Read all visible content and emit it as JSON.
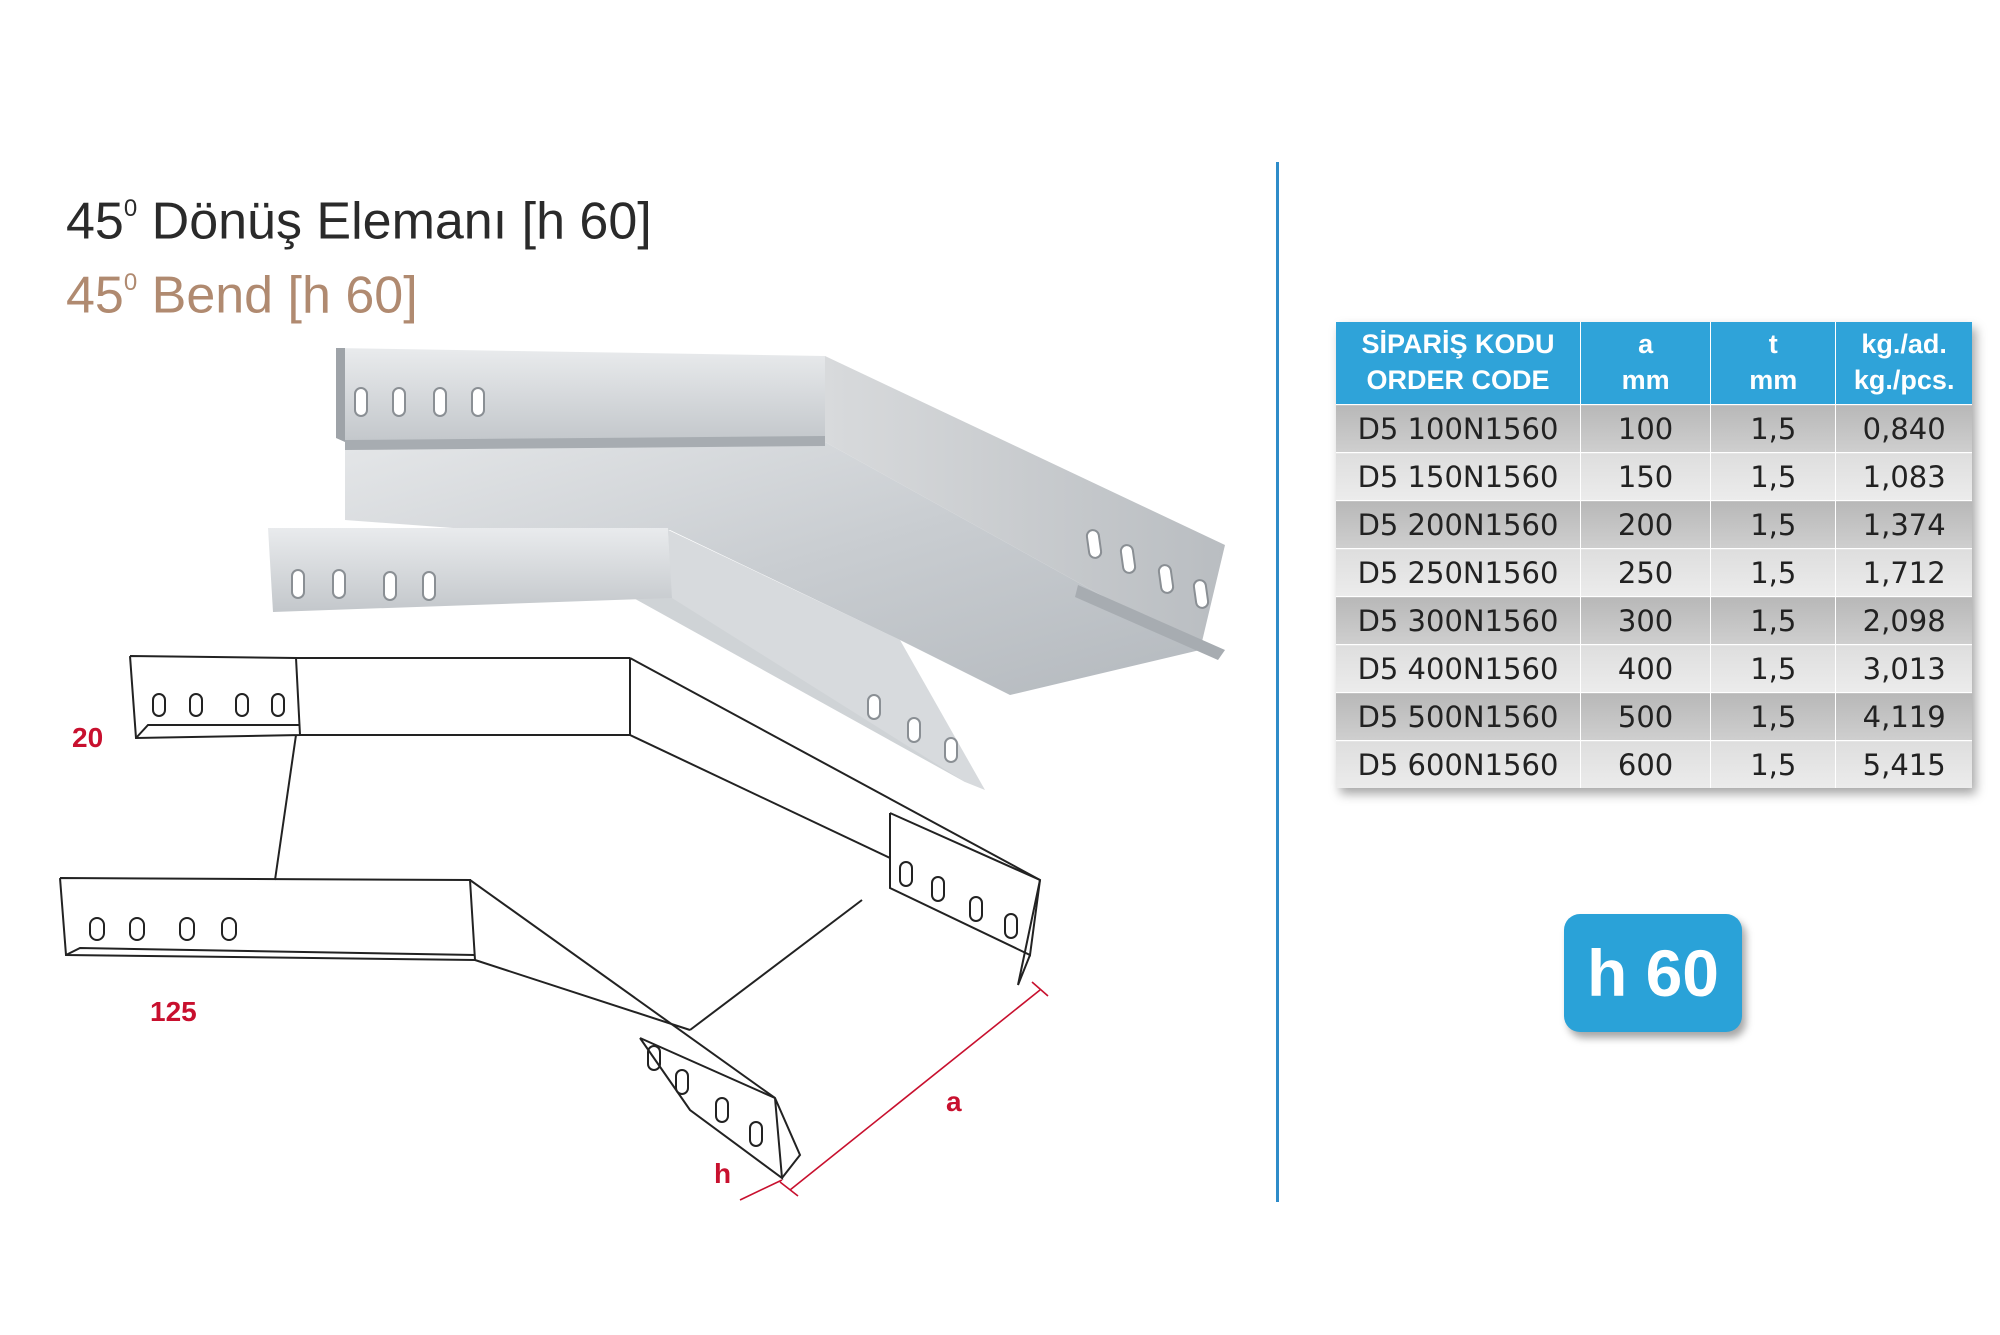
{
  "title": {
    "tr_prefix": "45",
    "tr_sup": "0",
    "tr_text": " Dönüş Elemanı [h 60]",
    "en_prefix": "45",
    "en_sup": "0",
    "en_text": " Bend [h 60]"
  },
  "dimensions": {
    "label_20": "20",
    "label_125": "125",
    "label_a": "a",
    "label_h": "h"
  },
  "table": {
    "headers": [
      {
        "line1": "SİPARİŞ KODU",
        "line2": "ORDER CODE"
      },
      {
        "line1": "a",
        "line2": "mm"
      },
      {
        "line1": "t",
        "line2": "mm"
      },
      {
        "line1": "kg./ad.",
        "line2": "kg./pcs."
      }
    ],
    "rows": [
      {
        "code": "D5 100N1560",
        "a": "100",
        "t": "1,5",
        "kg": "0,840"
      },
      {
        "code": "D5 150N1560",
        "a": "150",
        "t": "1,5",
        "kg": "1,083"
      },
      {
        "code": "D5 200N1560",
        "a": "200",
        "t": "1,5",
        "kg": "1,374"
      },
      {
        "code": "D5 250N1560",
        "a": "250",
        "t": "1,5",
        "kg": "1,712"
      },
      {
        "code": "D5 300N1560",
        "a": "300",
        "t": "1,5",
        "kg": "2,098"
      },
      {
        "code": "D5 400N1560",
        "a": "400",
        "t": "1,5",
        "kg": "3,013"
      },
      {
        "code": "D5 500N1560",
        "a": "500",
        "t": "1,5",
        "kg": "4,119"
      },
      {
        "code": "D5 600N1560",
        "a": "600",
        "t": "1,5",
        "kg": "5,415"
      }
    ]
  },
  "badge": "h 60",
  "colors": {
    "accent_blue": "#2fa3d9",
    "divider_blue": "#2e8cc9",
    "subtitle_brown": "#b08a70",
    "dimension_red": "#c8102e"
  }
}
